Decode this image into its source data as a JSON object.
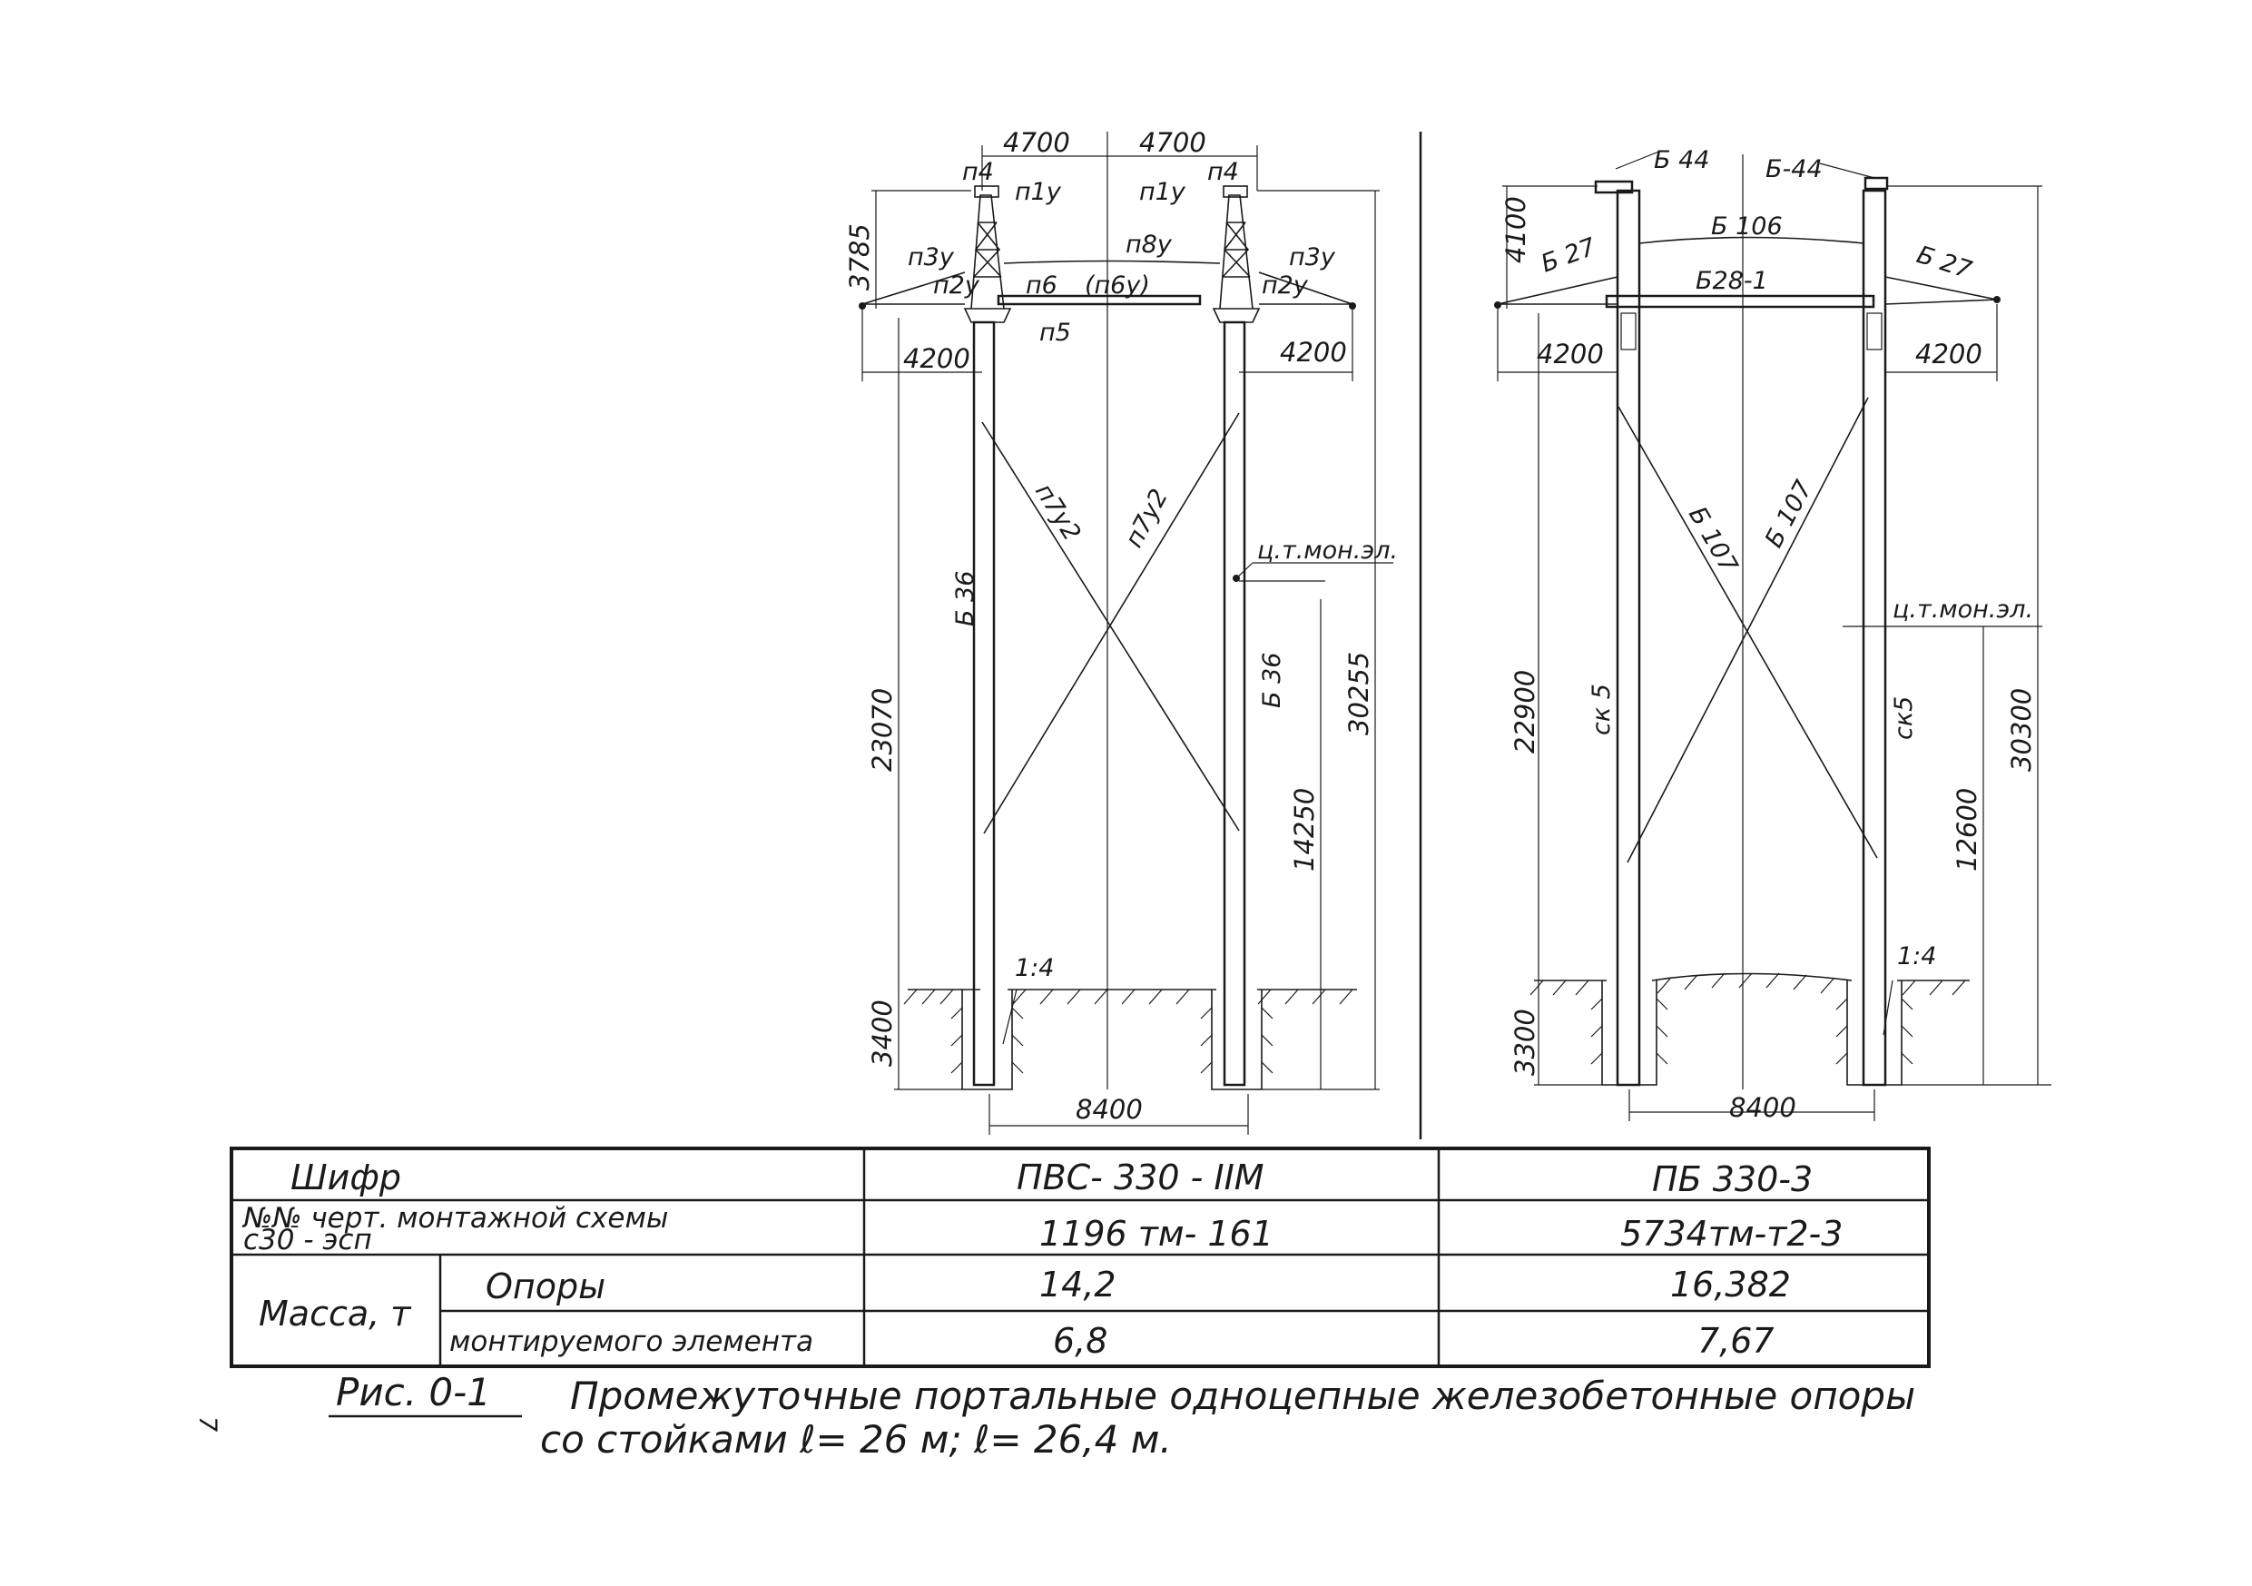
{
  "left_support": {
    "dims": {
      "top_left": "4700",
      "top_right": "4700",
      "height_top": "3785",
      "arm_left": "4200",
      "arm_right": "4200",
      "pole_height": "23070",
      "cg_height": "14250",
      "total_height": "30255",
      "embed_depth": "3400",
      "base_span": "8400",
      "slope": "1:4"
    },
    "labels": {
      "p4": "п4",
      "p4_right": "п4",
      "p1u_left": "п1у",
      "p1u_right": "п1у",
      "p3u_left": "п3у",
      "p3u_right": "п3у",
      "p2u_left": "п2у",
      "p2u_right": "п2у",
      "p8u": "п8у",
      "p6": "п6",
      "p6u": "(п6у)",
      "p5": "п5",
      "brace_left": "п7у2",
      "brace_right": "п7у2",
      "pole_left": "Б 36",
      "pole_right": "Б 36",
      "cg": "ц.т.мон.эл."
    }
  },
  "right_support": {
    "dims": {
      "arm_height": "4100",
      "arm_left": "4200",
      "arm_right": "4200",
      "pole_height": "22900",
      "cg_height": "12600",
      "total_height": "30300",
      "embed_depth": "3300",
      "base_span": "8400",
      "slope": "1:4"
    },
    "labels": {
      "b44_left": "Б 44",
      "b44_right": "Б-44",
      "b106": "Б 106",
      "b27_left": "Б 27",
      "b27_right": "Б 27",
      "b28": "Б28-1",
      "brace_left": "Б 107",
      "brace_right": "Б 107",
      "pole_left": "ск 5",
      "pole_right": "ск5",
      "cg": "ц.т.мон.эл."
    }
  },
  "table": {
    "rows": [
      {
        "label": "Шифр",
        "left": "ПВС- 330 - IIМ",
        "right": "ПБ 330-3"
      },
      {
        "label_line1": "№№ черт. монтажной схемы",
        "label_line2": "с30 - эсп",
        "left": "1196 тм- 161",
        "right": "5734тм-т2-3"
      }
    ],
    "mass_label": "Масса, т",
    "mass_rows": [
      {
        "label": "Опоры",
        "left": "14,2",
        "right": "16,382"
      },
      {
        "label": "монтируемого элемента",
        "left": "6,8",
        "right": "7,67"
      }
    ]
  },
  "caption": {
    "fig": "Рис. 0-1",
    "line1": "Промежуточные портальные одноцепные железобетонные опоры",
    "line2": "со стойками ℓ= 26 м; ℓ= 26,4 м."
  },
  "page_number": "7"
}
